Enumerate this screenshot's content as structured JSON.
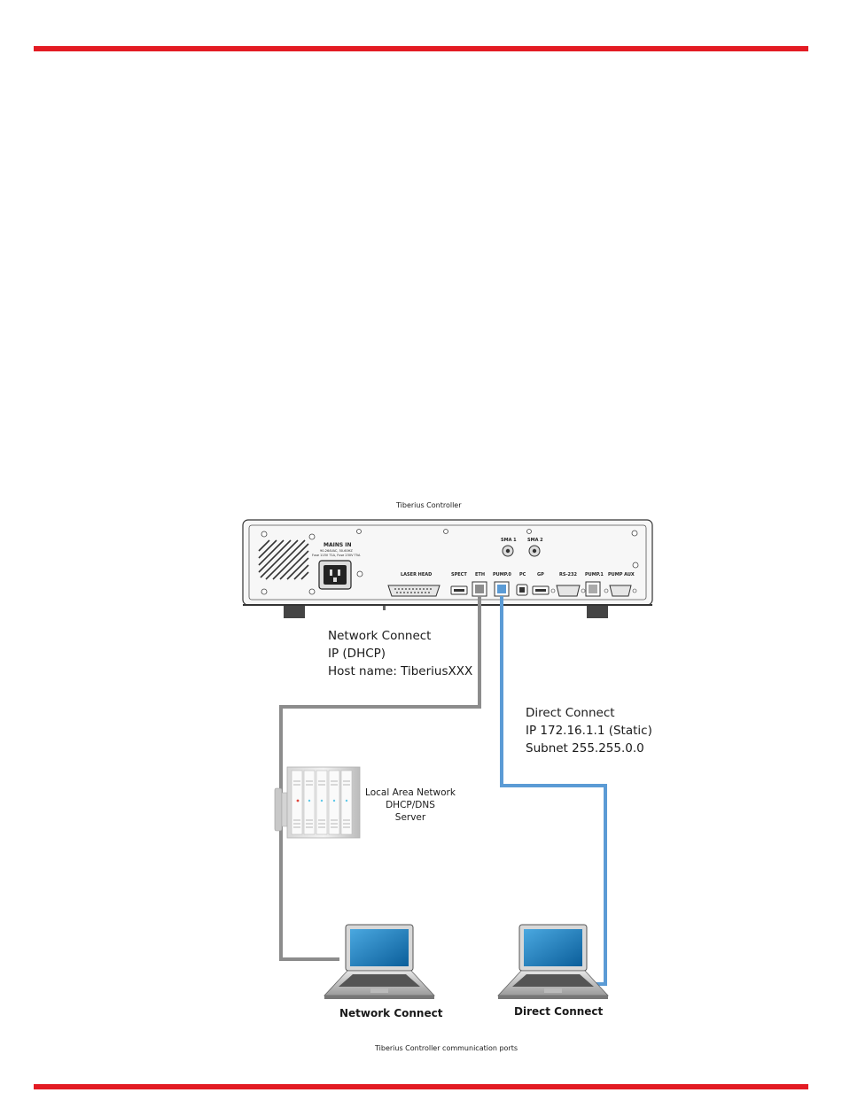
{
  "colors": {
    "rule": "#e31b23",
    "network_cable": "#8c8c8c",
    "direct_cable": "#5b9bd5"
  },
  "controller": {
    "title": "Tiberius Controller",
    "mains": {
      "title": "MAINS IN",
      "line1": "90-264VAC, 50-60HZ",
      "line2": "Fuse 115V T1A, Fuse 230V T5A"
    },
    "ports": [
      "SMA 1",
      "SMA 2",
      "LASER HEAD",
      "SPECT",
      "ETH",
      "PUMP.0",
      "PC",
      "GP",
      "RS-232",
      "PUMP.1",
      "PUMP AUX"
    ]
  },
  "network": {
    "line1": "Network Connect",
    "line2": "IP (DHCP)",
    "line3": "Host name: TiberiusXXX"
  },
  "direct": {
    "line1": "Direct Connect",
    "line2": "IP 172.16.1.1 (Static)",
    "line3": "Subnet 255.255.0.0"
  },
  "server": {
    "line1": "Local Area Network",
    "line2": "DHCP/DNS",
    "line3": "Server"
  },
  "laptops": {
    "network_label": "Network Connect",
    "direct_label": "Direct Connect"
  },
  "caption": "Tiberius Controller communication ports"
}
